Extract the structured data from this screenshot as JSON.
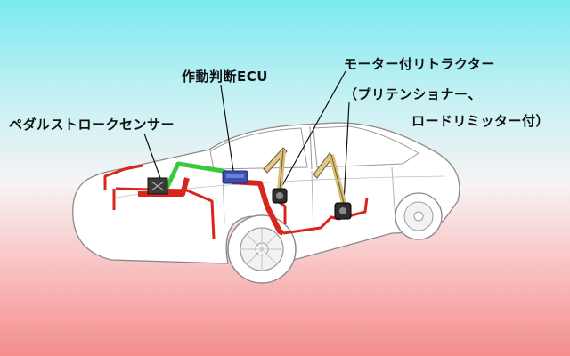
{
  "labels": {
    "pedal_sensor": "ペダルストロークセンサー",
    "ecu": "作動判断ECU",
    "motor_line1": "モーター付リトラクター",
    "motor_line2": "（プリテンショナー、",
    "motor_line3": "ロードリミッター付）"
  },
  "colors": {
    "background_top": "#7be9f1",
    "background_bottom": "#f48d8d",
    "car_body": "#ffffff",
    "car_outline": "#8a8a8a",
    "wiring_red": "#d9261c",
    "wiring_green": "#3bc93b",
    "ecu_blue": "#3a4fb0"
  },
  "icons": {
    "car": "car-side-view-icon",
    "ecu": "ecu-module-icon",
    "retractor": "seatbelt-retractor-icon",
    "pedal_sensor": "pedal-sensor-icon"
  }
}
